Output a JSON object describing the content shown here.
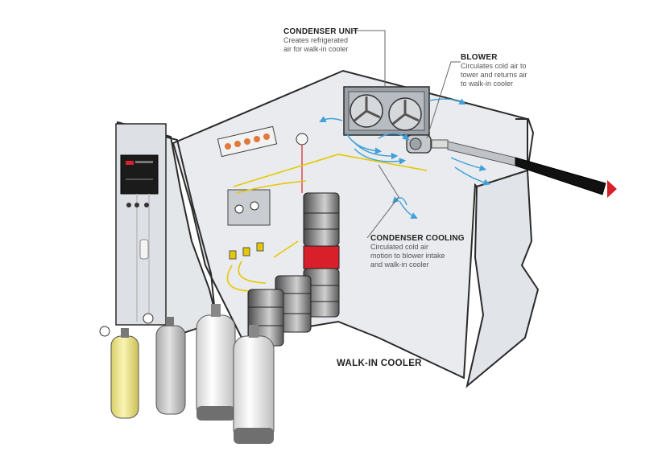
{
  "callouts": {
    "condenser_unit": {
      "title": "CONDENSER UNIT",
      "line1": "Creates refrigerated",
      "line2": "air for walk-in cooler"
    },
    "blower": {
      "title": "BLOWER",
      "line1": "Circulates cold air to",
      "line2": "tower and returns air",
      "line3": "to walk-in cooler"
    },
    "condenser_cooling": {
      "title": "CONDENSER COOLING",
      "line1": "Circulated cold air",
      "line2": "motion to blower intake",
      "line3": "and walk-in cooler"
    }
  },
  "main_label": "WALK-IN COOLER",
  "colors": {
    "wall": "#e9ebee",
    "wall_edge": "#2a2a2a",
    "yellow_line": "#e6c800",
    "airflow": "#3fa0d8",
    "keg_red": "#d8202a",
    "co2_tank": "#f4ec9a",
    "gas_tank": "#d0d0d0",
    "arrow": "#d8202a"
  },
  "icons": [
    "condenser-fan-icon",
    "blower-icon",
    "keg-icon",
    "gas-cylinder-icon",
    "regulator-icon",
    "airflow-arrow-icon"
  ]
}
